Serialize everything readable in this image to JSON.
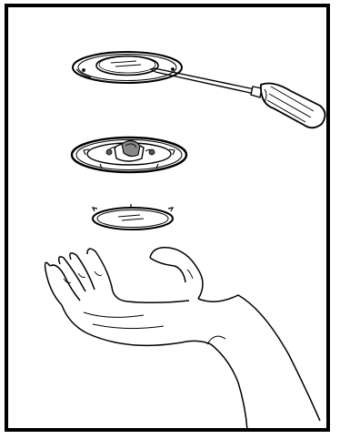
{
  "figure": {
    "kind": "line-art-illustration",
    "background_color": "#ffffff",
    "line_color": "#000000",
    "parts": [
      {
        "name": "outer-lens-cover",
        "icon": "lens-cover-icon"
      },
      {
        "name": "screwdriver",
        "icon": "screwdriver-icon"
      },
      {
        "name": "lamp-housing-with-bulb",
        "icon": "lamp-housing-icon"
      },
      {
        "name": "inner-lens-ring",
        "icon": "lens-ring-icon"
      },
      {
        "name": "open-hand",
        "icon": "hand-icon"
      }
    ]
  }
}
